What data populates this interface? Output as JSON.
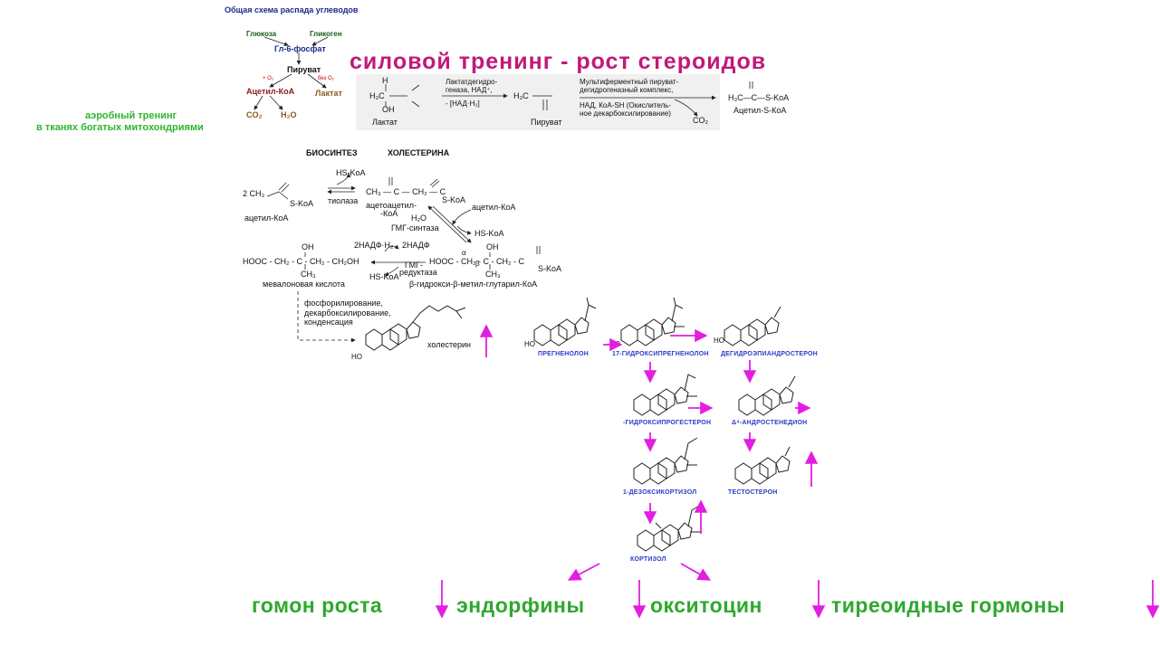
{
  "scheme": {
    "title": "Общая схема распада углеводов",
    "glucose": "Глюкоза",
    "glycogen": "Гликоген",
    "g6p": "Гл-6-фосфат",
    "pyruvate": "Пируват",
    "plus_o2": "+ O₂",
    "no_o2": "без O₂",
    "acetyl_coa": "Ацетил-КоА",
    "lactate": "Лактат",
    "co2": "CO₂",
    "h2o": "H₂O"
  },
  "headline": "силовой тренинг - рост стероидов",
  "aerobic": {
    "line1": "аэробный тренинг",
    "line2": "в тканях богатых митохондриями"
  },
  "reaction": {
    "lactate_label": "Лактат",
    "enzyme1_line1": "Лактатдегидро-",
    "enzyme1_line2": "геназа, НАД⁺,",
    "enzyme1_line3": "- [НАД·Н₂]",
    "pyruvate_label": "Пируват",
    "complex_line1": "Мультиферментный пируват-",
    "complex_line2": "дегидрогеназный комплекс,",
    "complex_line3": "НАД, КоА-SH (Окислитель-",
    "complex_line4": "ное декарбоксилирование)",
    "co2": "CO₂",
    "acetyl_formula": "H₃C—C—S-KoA",
    "acetyl_label": "Ацетил-S-КоА",
    "h3c1": "H₃C",
    "h3c2": "H₃C",
    "oh": "OH",
    "h": "H"
  },
  "cholesterol": {
    "title_left": "БИОСИНТЕЗ",
    "title_right": "ХОЛЕСТЕРИНА",
    "two_ch3": "2 CH₃",
    "skoa1": "S-KoA",
    "acetyl_koa": "ацетил-КоА",
    "hs_koa1": "HS-KoA",
    "thiolase": "тиолаза",
    "acetoacetyl_chain": "CH₃ — C — CH₂ — C",
    "skoa2": "S-KoA",
    "acetoacetyl_label1": "ацетоацетил-",
    "acetoacetyl_label2": "-КоА",
    "acetyl_koa2": "ацетил-КоА",
    "h2o": "H₂O",
    "hs_koa2": "HS-KoA",
    "hmg_synthase": "ГМГ-синтаза",
    "two_nadh2": "2НАДФ·H₂",
    "two_nadf": "2НАДФ",
    "hmg_reductase1": "ГМГ-",
    "hmg_reductase2": "редуктаза",
    "hs_koa3": "HS-KoA",
    "mevalonate_chain": "HOOC - CH₂ - C - CH₂ - CH₂OH",
    "oh1": "OH",
    "ch3_1": "CH₃",
    "mevalonate_label": "мевалоновая кислота",
    "hmg_chain": "HOOC - CH₂ - C - CH₂ - C",
    "oh2": "OH",
    "ch3_2": "CH₃",
    "skoa3": "S-KoA",
    "alpha": "α",
    "beta": "β",
    "hmg_label": "β-гидрокси-β-метил-глутарил-КоА",
    "phos1": "фосфорилирование,",
    "phos2": "декарбоксилирование,",
    "phos3": "конденсация",
    "cholesterol_label": "холестерин",
    "ho": "HO"
  },
  "steroids": {
    "pregnenolone": "ПРЕГНЕНОЛОН",
    "hydroxypregnenolone": "17-ГИДРОКСИПРЕГНЕНОЛОН",
    "dhea": "ДЕГИДРОЭПИАНДРОСТЕРОН",
    "hydroxyprogesterone": "-ГИДРОКСИПРОГЕСТЕРОН",
    "androstenedione": "Δ⁴-АНДРОСТЕНЕДИОН",
    "deoxycortisol": "1-ДЕЗОКСИКОРТИЗОЛ",
    "testosterone": "ТЕСТОСТЕРОН",
    "cortisol": "КОРТИЗОЛ",
    "ho": "HO"
  },
  "bottom": {
    "growth": "гомон роста",
    "endorphins": "эндорфины",
    "oxytocin": "окситоцин",
    "thyroid": "тиреоидные гормоны"
  },
  "colors": {
    "magenta": "#e31ee0",
    "headline": "#c2187a",
    "green": "#2ea82e",
    "blue_label": "#2a3cc7"
  }
}
